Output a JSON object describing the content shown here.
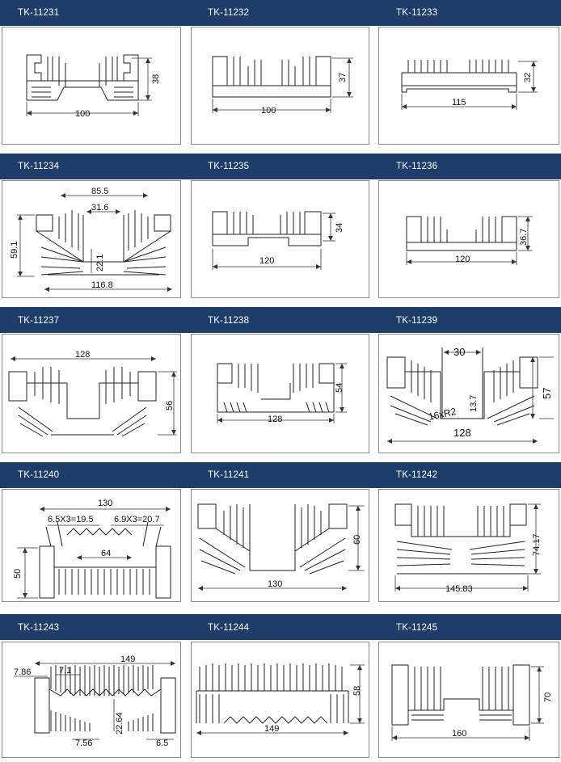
{
  "catalog": {
    "items": [
      {
        "code": "TK-11231",
        "width": "100",
        "height": "38",
        "extra": []
      },
      {
        "code": "TK-11232",
        "width": "100",
        "height": "37",
        "extra": []
      },
      {
        "code": "TK-11233",
        "width": "115",
        "height": "32",
        "extra": []
      },
      {
        "code": "TK-11234",
        "width": "116.8",
        "height": "59.1",
        "extra": [
          "85.5",
          "31.6",
          "22.1"
        ]
      },
      {
        "code": "TK-11235",
        "width": "120",
        "height": "34",
        "extra": []
      },
      {
        "code": "TK-11236",
        "width": "120",
        "height": "36.7",
        "extra": []
      },
      {
        "code": "TK-11237",
        "width": "128",
        "height": "56",
        "extra": []
      },
      {
        "code": "TK-11238",
        "width": "128",
        "height": "54",
        "extra": []
      },
      {
        "code": "TK-11239",
        "width": "128",
        "height": "57",
        "extra": [
          "30",
          "13.7",
          "16xR2"
        ]
      },
      {
        "code": "TK-11240",
        "width": "130",
        "height": "50",
        "extra": [
          "6.5X3=19.5",
          "6.9X3=20.7",
          "64"
        ]
      },
      {
        "code": "TK-11241",
        "width": "130",
        "height": "60",
        "extra": []
      },
      {
        "code": "TK-11242",
        "width": "145.83",
        "height": "74.17",
        "extra": []
      },
      {
        "code": "TK-11243",
        "width": "149",
        "height": "",
        "extra": [
          "7.86",
          "7.1",
          "22.64",
          "7.56",
          "6.5"
        ]
      },
      {
        "code": "TK-11244",
        "width": "149",
        "height": "58",
        "extra": []
      },
      {
        "code": "TK-11245",
        "width": "160",
        "height": "70",
        "extra": []
      }
    ]
  }
}
